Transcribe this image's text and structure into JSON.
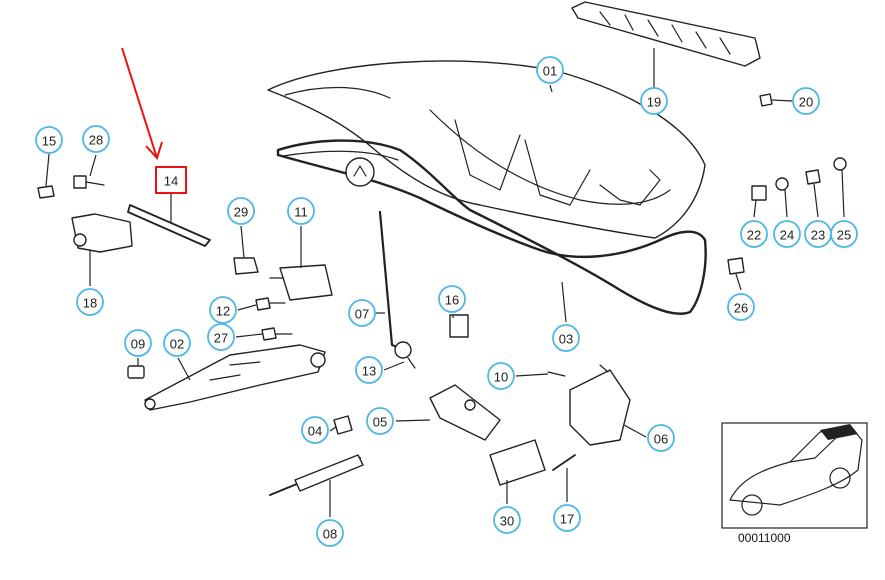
{
  "diagram": {
    "drawing_number": "00011000",
    "highlighted_part": "14",
    "highlight_color": "#e11111",
    "callout_ring_color": "#4fb7e8"
  },
  "callouts": [
    {
      "id": "c01",
      "label": "01"
    },
    {
      "id": "c02",
      "label": "02"
    },
    {
      "id": "c03",
      "label": "03"
    },
    {
      "id": "c04",
      "label": "04"
    },
    {
      "id": "c05",
      "label": "05"
    },
    {
      "id": "c06",
      "label": "06"
    },
    {
      "id": "c07",
      "label": "07"
    },
    {
      "id": "c08",
      "label": "08"
    },
    {
      "id": "c09",
      "label": "09"
    },
    {
      "id": "c10",
      "label": "10"
    },
    {
      "id": "c11",
      "label": "11"
    },
    {
      "id": "c12",
      "label": "12"
    },
    {
      "id": "c13",
      "label": "13"
    },
    {
      "id": "c14",
      "label": "14"
    },
    {
      "id": "c15",
      "label": "15"
    },
    {
      "id": "c16",
      "label": "16"
    },
    {
      "id": "c17",
      "label": "17"
    },
    {
      "id": "c18",
      "label": "18"
    },
    {
      "id": "c19",
      "label": "19"
    },
    {
      "id": "c20",
      "label": "20"
    },
    {
      "id": "c22",
      "label": "22"
    },
    {
      "id": "c23",
      "label": "23"
    },
    {
      "id": "c24",
      "label": "24"
    },
    {
      "id": "c25",
      "label": "25"
    },
    {
      "id": "c26",
      "label": "26"
    },
    {
      "id": "c27",
      "label": "27"
    },
    {
      "id": "c28",
      "label": "28"
    },
    {
      "id": "c29",
      "label": "29"
    },
    {
      "id": "c30",
      "label": "30"
    }
  ]
}
